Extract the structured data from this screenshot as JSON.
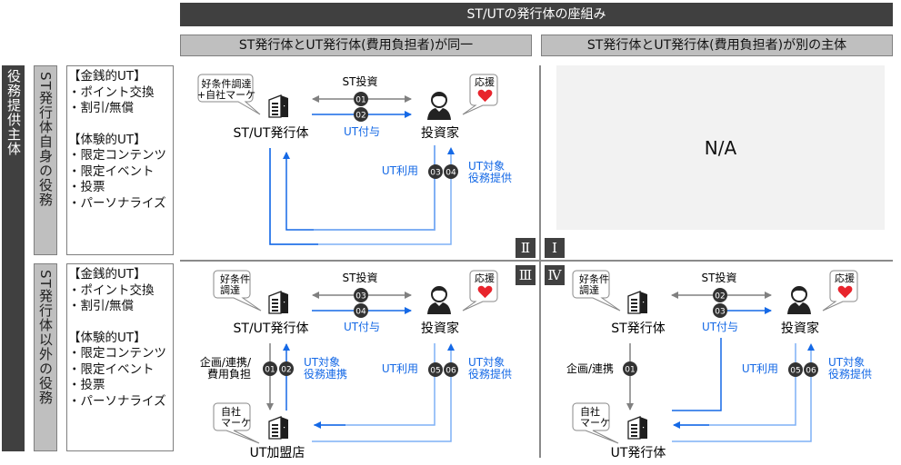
{
  "title": "ST/UTの発行体の座組み",
  "columns": [
    "ST発行体とUT発行体(費用負担者)が同一",
    "ST発行体とUT発行体(費用負担者)が別の主体"
  ],
  "row_axis_label": "役務提供主体",
  "rows": [
    {
      "label": "ST発行体自身の役務",
      "list": {
        "money_heading": "【金銭的UT】",
        "money_items": [
          "・ポイント交換",
          "・割引/無償"
        ],
        "experience_heading": "【体験的UT】",
        "experience_items": [
          "・限定コンテンツ",
          "・限定イベント",
          "・投票",
          "・パーソナライズ"
        ]
      }
    },
    {
      "label": "ST発行体以外の役務",
      "list": {
        "money_heading": "【金銭的UT】",
        "money_items": [
          "・ポイント交換",
          "・割引/無償"
        ],
        "experience_heading": "【体験的UT】",
        "experience_items": [
          "・限定コンテンツ",
          "・限定イベント",
          "・投票",
          "・パーソナライズ"
        ]
      }
    }
  ],
  "quadrants": {
    "I": {
      "numeral": "Ⅰ",
      "content": "N/A"
    },
    "II": {
      "numeral": "Ⅱ",
      "issuer_label": "ST/UT発行体",
      "issuer_bubble": [
        "好条件調達",
        "+自社マーケ"
      ],
      "investor_label": "投資家",
      "investor_bubble": "応援",
      "st_invest_label": "ST投資",
      "ut_grant_label": "UT付与",
      "ut_use_label": "UT利用",
      "ut_service_label": [
        "UT対象",
        "役務提供"
      ],
      "steps": [
        "01",
        "02",
        "03",
        "04"
      ]
    },
    "III": {
      "numeral": "Ⅲ",
      "issuer_label": "ST/UT発行体",
      "issuer_bubble": [
        "好条件",
        "調達"
      ],
      "investor_label": "投資家",
      "investor_bubble": "応援",
      "st_invest_label": "ST投資",
      "ut_grant_label": "UT付与",
      "plan_label": [
        "企画/連携/",
        "費用負担"
      ],
      "ut_coop_label": [
        "UT対象",
        "役務連携"
      ],
      "ut_use_label": "UT利用",
      "ut_service_label": [
        "UT対象",
        "役務提供"
      ],
      "merchant_label": "UT加盟店",
      "merchant_bubble": [
        "自社",
        "マーケ"
      ],
      "steps": [
        "01",
        "02",
        "03",
        "04",
        "05",
        "06"
      ]
    },
    "IV": {
      "numeral": "Ⅳ",
      "issuer_label": "ST発行体",
      "issuer_bubble": [
        "好条件",
        "調達"
      ],
      "investor_label": "投資家",
      "investor_bubble": "応援",
      "st_invest_label": "ST投資",
      "ut_grant_label": "UT付与",
      "plan_label": "企画/連携",
      "ut_use_label": "UT利用",
      "ut_service_label": [
        "UT対象",
        "役務提供"
      ],
      "ut_issuer_label": "UT発行体",
      "ut_issuer_bubble": [
        "自社",
        "マーケ"
      ],
      "steps": [
        "01",
        "02",
        "03",
        "05",
        "06"
      ]
    }
  },
  "colors": {
    "dark": "#404040",
    "header_grey": "#bfbfbf",
    "arrow_grey": "#808080",
    "arrow_blue": "#1569e6",
    "arrow_light_blue": "#7fb0f5",
    "label_blue": "#1569e6",
    "heart_red": "#e8242c",
    "na_bg": "#f2f2f2"
  }
}
